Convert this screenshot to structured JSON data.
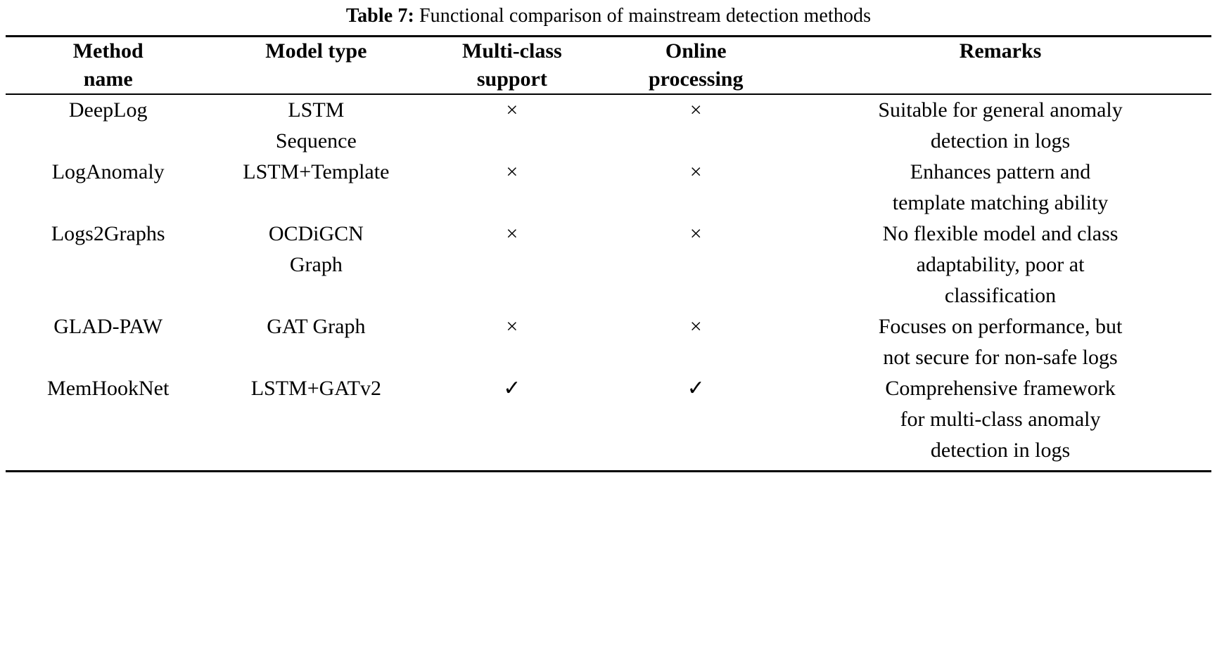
{
  "caption": {
    "label": "Table 7:",
    "text": "Functional comparison of mainstream detection methods"
  },
  "table": {
    "columns": [
      {
        "key": "method_name",
        "header_line1": "Method",
        "header_line2": "name"
      },
      {
        "key": "model_type",
        "header_line1": "Model type",
        "header_line2": ""
      },
      {
        "key": "multi_class_support",
        "header_line1": "Multi-class",
        "header_line2": "support"
      },
      {
        "key": "online_processing",
        "header_line1": "Online",
        "header_line2": "processing"
      },
      {
        "key": "remarks",
        "header_line1": "Remarks",
        "header_line2": ""
      }
    ],
    "symbols": {
      "yes": "✓",
      "no": "×"
    },
    "rows": [
      {
        "method_name": "DeepLog",
        "model_type_line1": "LSTM",
        "model_type_line2": "Sequence",
        "multi_class_support": "×",
        "online_processing": "×",
        "remarks_line1": "Suitable for general anomaly",
        "remarks_line2": "detection in logs",
        "remarks_line3": "",
        "remarks_line4": ""
      },
      {
        "method_name": "LogAnomaly",
        "model_type_line1": "LSTM+Template",
        "model_type_line2": "",
        "multi_class_support": "×",
        "online_processing": "×",
        "remarks_line1": "Enhances pattern and",
        "remarks_line2": "template matching ability",
        "remarks_line3": "",
        "remarks_line4": ""
      },
      {
        "method_name": "Logs2Graphs",
        "model_type_line1": "OCDiGCN",
        "model_type_line2": "Graph",
        "multi_class_support": "×",
        "online_processing": "×",
        "remarks_line1": "No flexible model and class",
        "remarks_line2": "adaptability, poor at",
        "remarks_line3": "classification",
        "remarks_line4": ""
      },
      {
        "method_name": "GLAD-PAW",
        "model_type_line1": "GAT Graph",
        "model_type_line2": "",
        "multi_class_support": "×",
        "online_processing": "×",
        "remarks_line1": "Focuses on performance, but",
        "remarks_line2": "not secure for non-safe logs",
        "remarks_line3": "",
        "remarks_line4": ""
      },
      {
        "method_name": "MemHookNet",
        "model_type_line1": "LSTM+GATv2",
        "model_type_line2": "",
        "multi_class_support": "✓",
        "online_processing": "✓",
        "remarks_line1": "Comprehensive framework",
        "remarks_line2": "for multi-class anomaly",
        "remarks_line3": "detection in logs",
        "remarks_line4": ""
      }
    ]
  }
}
